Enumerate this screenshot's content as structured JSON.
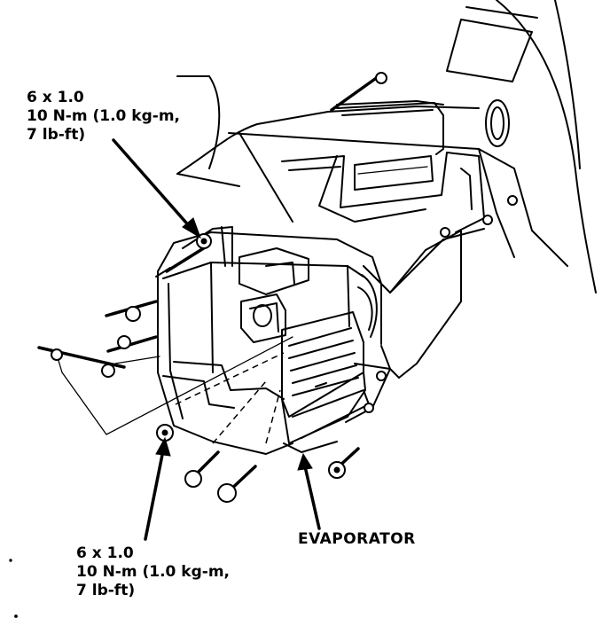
{
  "top_fastener": {
    "size": "6 x 1.0",
    "torque_line1": "10 N-m (1.0 kg-m,",
    "torque_line2": "7 lb-ft)"
  },
  "bottom_fastener": {
    "size": "6 x 1.0",
    "torque_line1": "10 N-m (1.0 kg-m,",
    "torque_line2": "7 lb-ft)"
  },
  "component_label": "EVAPORATOR"
}
